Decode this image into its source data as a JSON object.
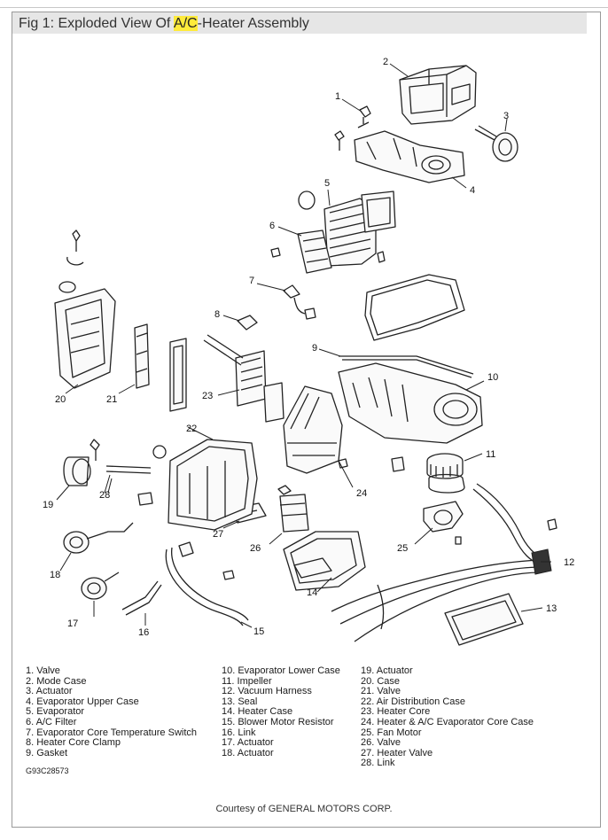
{
  "title": {
    "prefix": "Fig 1: Exploded View Of ",
    "highlight_a": "A/",
    "highlight_b": "C",
    "suffix": "-Heater Assembly",
    "highlight_color": "#ffeb3b"
  },
  "callouts": [
    "1",
    "2",
    "3",
    "4",
    "5",
    "6",
    "7",
    "8",
    "9",
    "10",
    "11",
    "12",
    "13",
    "14",
    "15",
    "16",
    "17",
    "18",
    "19",
    "20",
    "21",
    "22",
    "23",
    "24",
    "25",
    "26",
    "27",
    "28"
  ],
  "legend": {
    "col1": [
      "1. Valve",
      "2. Mode Case",
      "3. Actuator",
      "4. Evaporator Upper Case",
      "5. Evaporator",
      "6. A/C Filter",
      "7. Evaporator Core Temperature Switch",
      "8. Heater Core Clamp",
      "9. Gasket"
    ],
    "col2": [
      "10. Evaporator Lower Case",
      "11. Impeller",
      "12. Vacuum Harness",
      "13. Seal",
      "14. Heater Case",
      "15. Blower Motor Resistor",
      "16. Link",
      "17. Actuator",
      "18. Actuator"
    ],
    "col3": [
      "19. Actuator",
      "20. Case",
      "21. Valve",
      "22. Air Distribution Case",
      "23. Heater Core",
      "24. Heater & A/C Evaporator Core Case",
      "25. Fan Motor",
      "26. Valve",
      "27. Heater Valve",
      "28. Link"
    ]
  },
  "figure_code": "G93C28573",
  "credit": "Courtesy of GENERAL MOTORS CORP."
}
